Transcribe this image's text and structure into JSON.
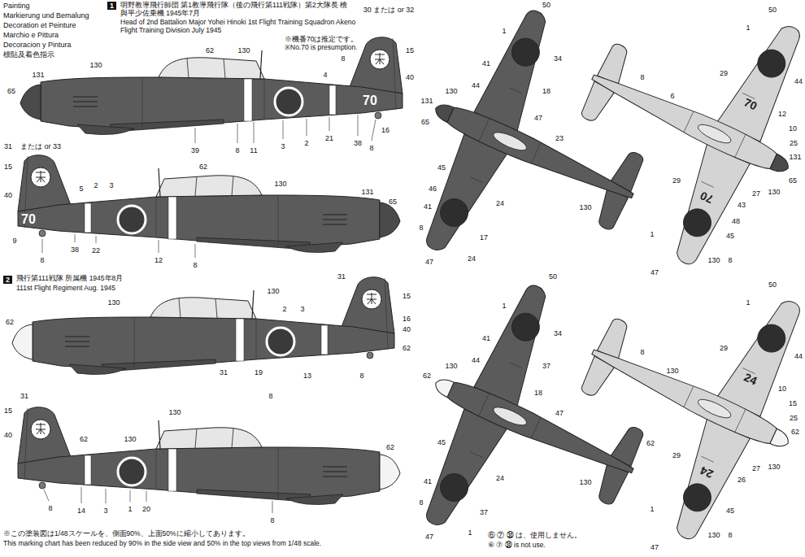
{
  "diagram": {
    "labels": [
      "Painting",
      "Markierung und Bemalung",
      "Decoration et Peinture",
      "Marchio e Pittura",
      "Decoracion y Pintura",
      "標貼及着色指示",
      "1",
      "明野教導飛行師団 第1教導飛行隊（後の飛行第111戦隊）第2大隊長 檜 與平少佐乗機 1945年7月",
      "Head of 2nd Battalion Major Yohei Hinoki 1st Flight Training Squadron Akeno Flight Training Division July 1945",
      "※機番70は推定です。",
      "※No.70 is presumption.",
      "130",
      "62",
      "130",
      "131",
      "65",
      "8",
      "30 または or 32",
      "15",
      "40",
      "4",
      "70",
      "39",
      "8",
      "11",
      "3",
      "2",
      "21",
      "38",
      "8",
      "16",
      "31",
      "または or 33",
      "15",
      "5",
      "40",
      "9",
      "2",
      "3",
      "62",
      "130",
      "131",
      "65",
      "70",
      "38",
      "22",
      "12",
      "8",
      "8",
      "2",
      "飛行第111戦隊 所属機 1945年8月",
      "111st Flight Regiment Aug. 1945",
      "130",
      "130",
      "2",
      "3",
      "31",
      "15",
      "16",
      "40",
      "62",
      "62",
      "31",
      "19",
      "13",
      "8",
      "8",
      "31",
      "15",
      "40",
      "62",
      "130",
      "130",
      "62",
      "8",
      "14",
      "3",
      "1",
      "20",
      "8",
      "※この塗装図は1/48スケールを、側面90%、上面50%に縮小してあります。",
      "This marking chart has been reduced by 90% in the side view and 50% in the top views from 1/48 scale.",
      "⑥ ⑦ ㉚ は、使用しません。",
      "⑥ ⑦ ㉚ is not use.",
      "50",
      "1",
      "41",
      "44",
      "130",
      "131",
      "65",
      "34",
      "18",
      "47",
      "23",
      "130",
      "45",
      "46",
      "41",
      "8",
      "47",
      "24",
      "17",
      "24",
      "50",
      "1",
      "29",
      "44",
      "8",
      "6",
      "12",
      "10",
      "25",
      "131",
      "65",
      "70",
      "70",
      "29",
      "43",
      "27",
      "130",
      "48",
      "45",
      "1",
      "130",
      "8",
      "47",
      "50",
      "1",
      "41",
      "44",
      "130",
      "62",
      "34",
      "37",
      "18",
      "47",
      "130",
      "62",
      "24",
      "45",
      "41",
      "8",
      "37",
      "1",
      "47",
      "50",
      "1",
      "29",
      "44",
      "8",
      "130",
      "10",
      "15",
      "25",
      "62",
      "24",
      "24",
      "29",
      "26",
      "27",
      "130",
      "45",
      "1",
      "130",
      "8",
      "47"
    ]
  }
}
